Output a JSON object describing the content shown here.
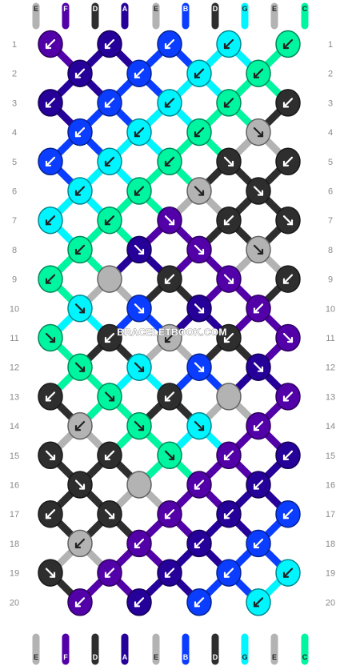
{
  "watermark": "BRACELETBOOK.COM",
  "colors": {
    "E": "#b3b3b3",
    "F": "#5200a8",
    "D": "#2e2e2e",
    "A": "#250099",
    "B": "#0a3dff",
    "G": "#00f5ff",
    "C": "#00f5a0"
  },
  "strings_top": [
    "E",
    "F",
    "D",
    "A",
    "E",
    "B",
    "D",
    "G",
    "E",
    "C"
  ],
  "strings_bottom": [
    "E",
    "F",
    "D",
    "A",
    "E",
    "B",
    "D",
    "G",
    "E",
    "C"
  ],
  "rows": [
    "1",
    "2",
    "3",
    "4",
    "5",
    "6",
    "7",
    "8",
    "9",
    "10",
    "11",
    "12",
    "13",
    "14",
    "15",
    "16",
    "17",
    "18",
    "19",
    "20"
  ],
  "knot_icon_legend": {
    "sw": "arrow down-left",
    "se": "arrow down-right",
    "none": "no arrow"
  },
  "knots": [
    [
      {
        "c": "F",
        "d": "sw"
      },
      {
        "c": "A",
        "d": "sw"
      },
      {
        "c": "B",
        "d": "sw"
      },
      {
        "c": "G",
        "d": "sw"
      },
      {
        "c": "C",
        "d": "sw"
      }
    ],
    [
      {
        "c": "A",
        "d": "sw"
      },
      {
        "c": "B",
        "d": "sw"
      },
      {
        "c": "G",
        "d": "sw"
      },
      {
        "c": "C",
        "d": "sw"
      }
    ],
    [
      {
        "c": "A",
        "d": "sw"
      },
      {
        "c": "B",
        "d": "sw"
      },
      {
        "c": "G",
        "d": "sw"
      },
      {
        "c": "C",
        "d": "sw"
      },
      {
        "c": "D",
        "d": "sw"
      }
    ],
    [
      {
        "c": "B",
        "d": "sw"
      },
      {
        "c": "G",
        "d": "sw"
      },
      {
        "c": "C",
        "d": "sw"
      },
      {
        "c": "E",
        "d": "se"
      }
    ],
    [
      {
        "c": "B",
        "d": "sw"
      },
      {
        "c": "G",
        "d": "sw"
      },
      {
        "c": "C",
        "d": "sw"
      },
      {
        "c": "D",
        "d": "se"
      },
      {
        "c": "D",
        "d": "sw"
      }
    ],
    [
      {
        "c": "G",
        "d": "sw"
      },
      {
        "c": "C",
        "d": "sw"
      },
      {
        "c": "E",
        "d": "se"
      },
      {
        "c": "D",
        "d": "se"
      }
    ],
    [
      {
        "c": "G",
        "d": "sw"
      },
      {
        "c": "C",
        "d": "sw"
      },
      {
        "c": "F",
        "d": "se"
      },
      {
        "c": "D",
        "d": "sw"
      },
      {
        "c": "D",
        "d": "se"
      }
    ],
    [
      {
        "c": "C",
        "d": "sw"
      },
      {
        "c": "A",
        "d": "se"
      },
      {
        "c": "F",
        "d": "se"
      },
      {
        "c": "E",
        "d": "se"
      }
    ],
    [
      {
        "c": "C",
        "d": "sw"
      },
      {
        "c": "E",
        "d": "none"
      },
      {
        "c": "D",
        "d": "sw"
      },
      {
        "c": "F",
        "d": "se"
      },
      {
        "c": "D",
        "d": "sw"
      }
    ],
    [
      {
        "c": "G",
        "d": "se"
      },
      {
        "c": "B",
        "d": "se"
      },
      {
        "c": "A",
        "d": "se"
      },
      {
        "c": "F",
        "d": "sw"
      }
    ],
    [
      {
        "c": "C",
        "d": "se"
      },
      {
        "c": "D",
        "d": "sw"
      },
      {
        "c": "E",
        "d": "sw"
      },
      {
        "c": "D",
        "d": "sw"
      },
      {
        "c": "F",
        "d": "se"
      }
    ],
    [
      {
        "c": "C",
        "d": "se"
      },
      {
        "c": "G",
        "d": "se"
      },
      {
        "c": "B",
        "d": "se"
      },
      {
        "c": "A",
        "d": "se"
      }
    ],
    [
      {
        "c": "D",
        "d": "sw"
      },
      {
        "c": "C",
        "d": "se"
      },
      {
        "c": "D",
        "d": "sw"
      },
      {
        "c": "E",
        "d": "none"
      },
      {
        "c": "F",
        "d": "sw"
      }
    ],
    [
      {
        "c": "E",
        "d": "sw"
      },
      {
        "c": "C",
        "d": "se"
      },
      {
        "c": "G",
        "d": "se"
      },
      {
        "c": "F",
        "d": "sw"
      }
    ],
    [
      {
        "c": "D",
        "d": "se"
      },
      {
        "c": "D",
        "d": "sw"
      },
      {
        "c": "C",
        "d": "se"
      },
      {
        "c": "F",
        "d": "sw"
      },
      {
        "c": "A",
        "d": "sw"
      }
    ],
    [
      {
        "c": "D",
        "d": "se"
      },
      {
        "c": "E",
        "d": "none"
      },
      {
        "c": "F",
        "d": "sw"
      },
      {
        "c": "A",
        "d": "sw"
      }
    ],
    [
      {
        "c": "D",
        "d": "sw"
      },
      {
        "c": "D",
        "d": "se"
      },
      {
        "c": "F",
        "d": "sw"
      },
      {
        "c": "A",
        "d": "sw"
      },
      {
        "c": "B",
        "d": "sw"
      }
    ],
    [
      {
        "c": "E",
        "d": "sw"
      },
      {
        "c": "F",
        "d": "sw"
      },
      {
        "c": "A",
        "d": "sw"
      },
      {
        "c": "B",
        "d": "sw"
      }
    ],
    [
      {
        "c": "D",
        "d": "se"
      },
      {
        "c": "F",
        "d": "sw"
      },
      {
        "c": "A",
        "d": "sw"
      },
      {
        "c": "B",
        "d": "sw"
      },
      {
        "c": "G",
        "d": "sw"
      }
    ],
    [
      {
        "c": "F",
        "d": "sw"
      },
      {
        "c": "A",
        "d": "sw"
      },
      {
        "c": "B",
        "d": "sw"
      },
      {
        "c": "G",
        "d": "sw"
      }
    ]
  ]
}
